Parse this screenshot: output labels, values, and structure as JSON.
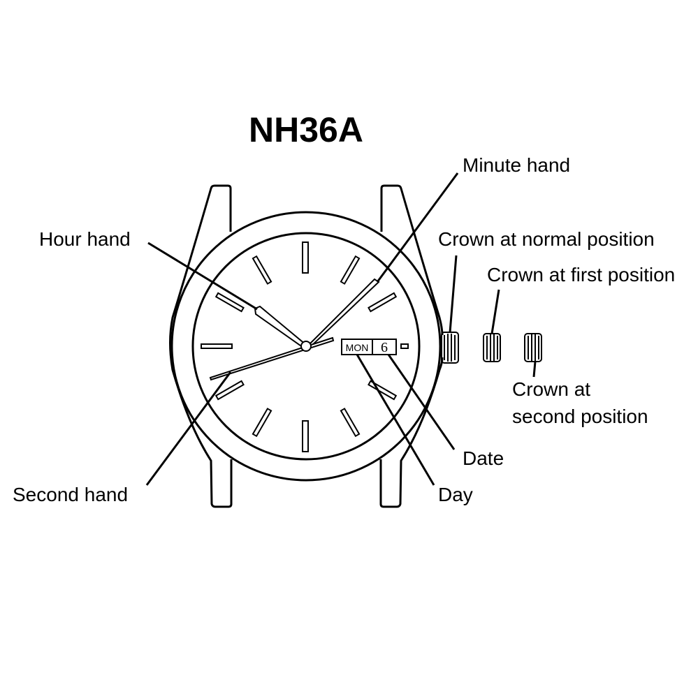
{
  "title": "NH36A",
  "labels": {
    "minute_hand": "Minute hand",
    "hour_hand": "Hour hand",
    "crown_normal": "Crown at normal position",
    "crown_first": "Crown at first position",
    "crown_second_line1": "Crown at",
    "crown_second_line2": "second position",
    "date": "Date",
    "day": "Day",
    "second_hand": "Second hand"
  },
  "dial": {
    "day_window": "MON",
    "date_window": "6"
  }
}
